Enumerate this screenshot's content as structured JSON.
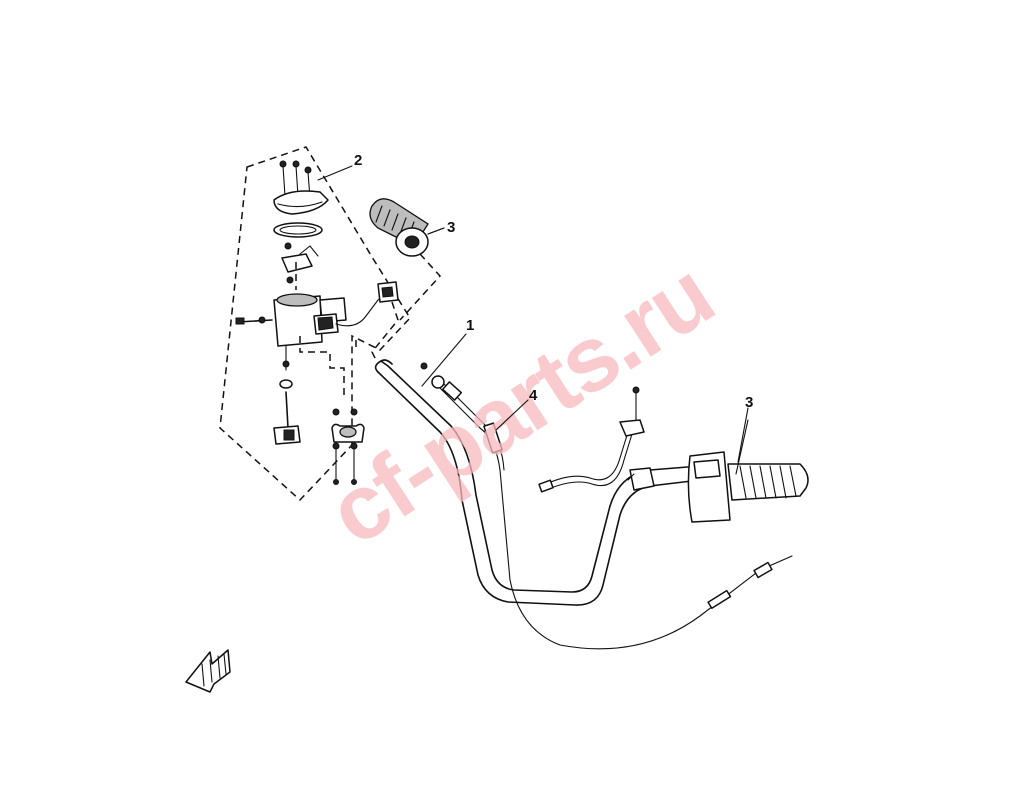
{
  "diagram": {
    "callouts": [
      {
        "id": "c1",
        "label": "1"
      },
      {
        "id": "c2",
        "label": "2"
      },
      {
        "id": "c3a",
        "label": "3"
      },
      {
        "id": "c3b",
        "label": "3"
      },
      {
        "id": "c4",
        "label": "4"
      }
    ],
    "watermark": {
      "text": "cf-parts.ru",
      "color": "#f4a7ae"
    },
    "line_color": "#111111",
    "background": "#ffffff"
  }
}
